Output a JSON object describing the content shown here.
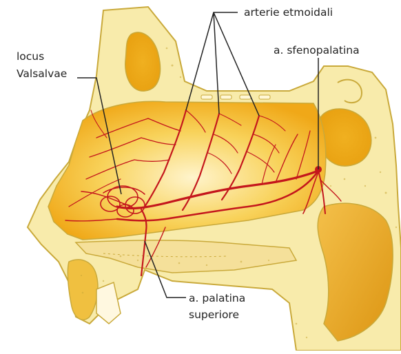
{
  "diagram": {
    "labels": {
      "arterie_etmoidali": "arterie etmoidali",
      "sfenopalatina": "a. sfenopalatina",
      "locus_line1": "locus",
      "locus_line2": "Valsalvae",
      "palatina_line1": "a. palatina",
      "palatina_line2": "superiore"
    },
    "colors": {
      "bone_fill": "#f7e79a",
      "bone_outline": "#c9a93a",
      "mucosa_fill": "#f3b824",
      "mucosa_light": "#fce7a0",
      "artery": "#c4161c",
      "leader_line": "#222222"
    }
  }
}
